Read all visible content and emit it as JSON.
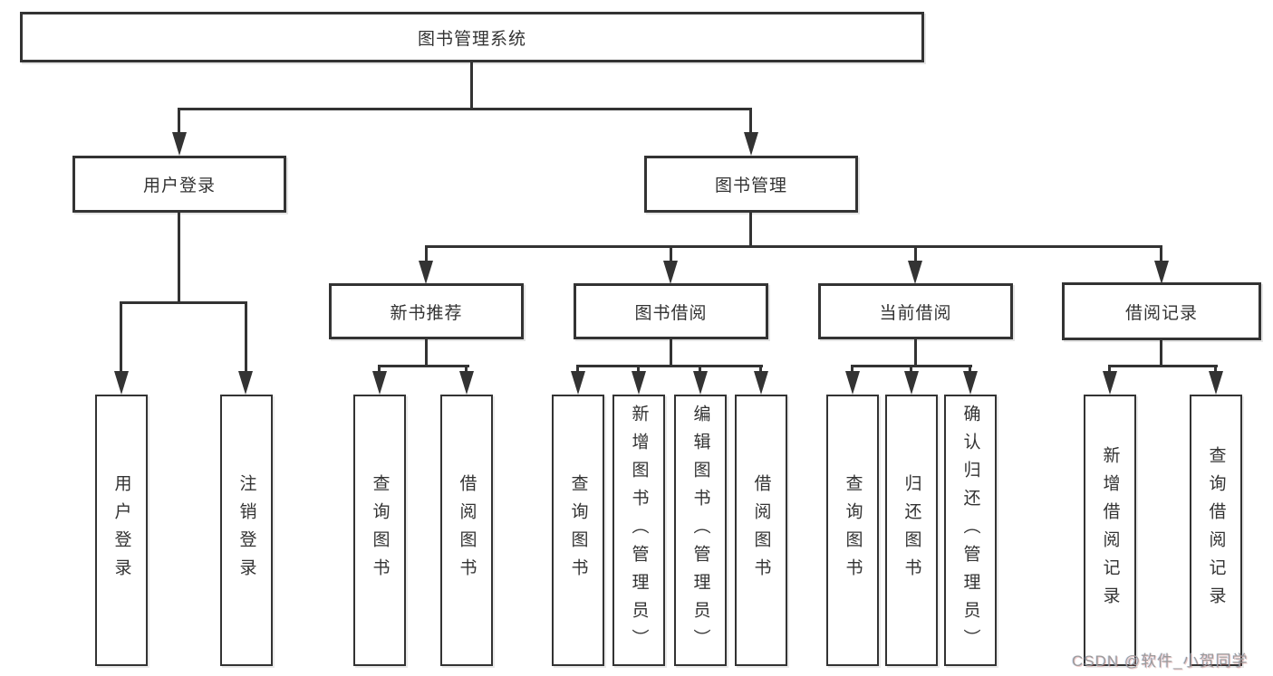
{
  "tree": {
    "label": "图书管理系统",
    "children": [
      {
        "label": "用户登录",
        "children": [
          {
            "label": "用户登录"
          },
          {
            "label": "注销登录"
          }
        ]
      },
      {
        "label": "图书管理",
        "children": [
          {
            "label": "新书推荐",
            "children": [
              {
                "label": "查询图书"
              },
              {
                "label": "借阅图书"
              }
            ]
          },
          {
            "label": "图书借阅",
            "children": [
              {
                "label": "查询图书"
              },
              {
                "label": "新增图书（管理员）"
              },
              {
                "label": "编辑图书（管理员）"
              },
              {
                "label": "借阅图书"
              }
            ]
          },
          {
            "label": "当前借阅",
            "children": [
              {
                "label": "查询图书"
              },
              {
                "label": "归还图书"
              },
              {
                "label": "确认归还（管理员）"
              }
            ]
          },
          {
            "label": "借阅记录",
            "children": [
              {
                "label": "新增借阅记录"
              },
              {
                "label": "查询借阅记录"
              }
            ]
          }
        ]
      }
    ]
  },
  "watermark": {
    "text": "CSDN @软件_小贺同学"
  },
  "colors": {
    "line": "#333333",
    "text": "#333333",
    "box_background": "#ffffff",
    "watermark": "#9b9b9b"
  }
}
